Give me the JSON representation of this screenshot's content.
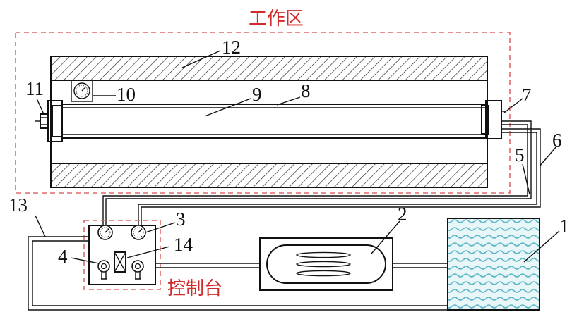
{
  "zones": {
    "work_area": "工作区",
    "control_console": "控制台"
  },
  "labels": {
    "l1": "1",
    "l2": "2",
    "l3": "3",
    "l4": "4",
    "l5": "5",
    "l6": "6",
    "l7": "7",
    "l8": "8",
    "l9": "9",
    "l10": "10",
    "l11": "11",
    "l12": "12",
    "l13": "13",
    "l14": "14"
  },
  "colors": {
    "zone_border": "#e06a6a",
    "zone_text": "#d22b2b",
    "water": "#5fb7c9",
    "water_bg": "#e9f6f8",
    "line": "#111111"
  }
}
